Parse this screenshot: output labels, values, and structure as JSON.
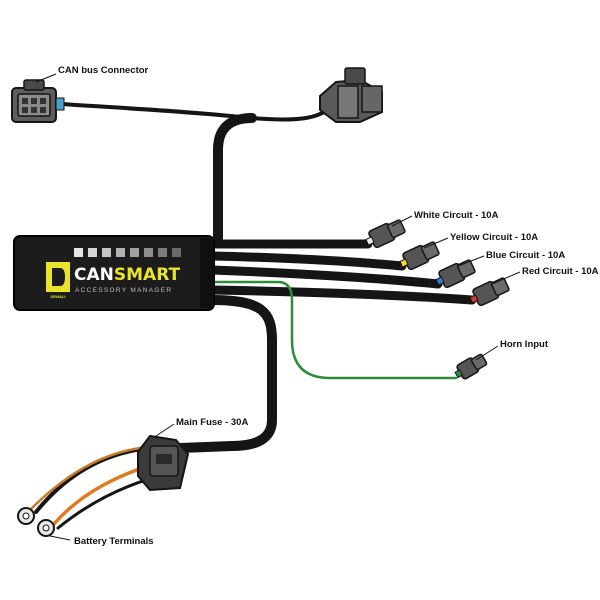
{
  "labels": {
    "can_bus": "CAN bus Connector",
    "white_circuit": "White Circuit - 10A",
    "yellow_circuit": "Yellow Circuit - 10A",
    "blue_circuit": "Blue Circuit - 10A",
    "red_circuit": "Red Circuit - 10A",
    "horn_input": "Horn Input",
    "main_fuse": "Main Fuse - 30A",
    "battery_terminals": "Battery Terminals"
  },
  "module": {
    "brand": "DENALI",
    "name_part1": "CAN",
    "name_part2": "SMART",
    "subtitle": "ACCESSORY MANAGER"
  },
  "colors": {
    "wire": "#151515",
    "module_body": "#1c1c1c",
    "brand_yellow": "#e9e42b",
    "green_wire": "#2e8b3a",
    "orange_wire": "#e07a1e",
    "white_tip": "#f2f2f2",
    "yellow_tip": "#f0e020",
    "blue_tip": "#2d7fd1",
    "red_tip": "#d8362a"
  }
}
